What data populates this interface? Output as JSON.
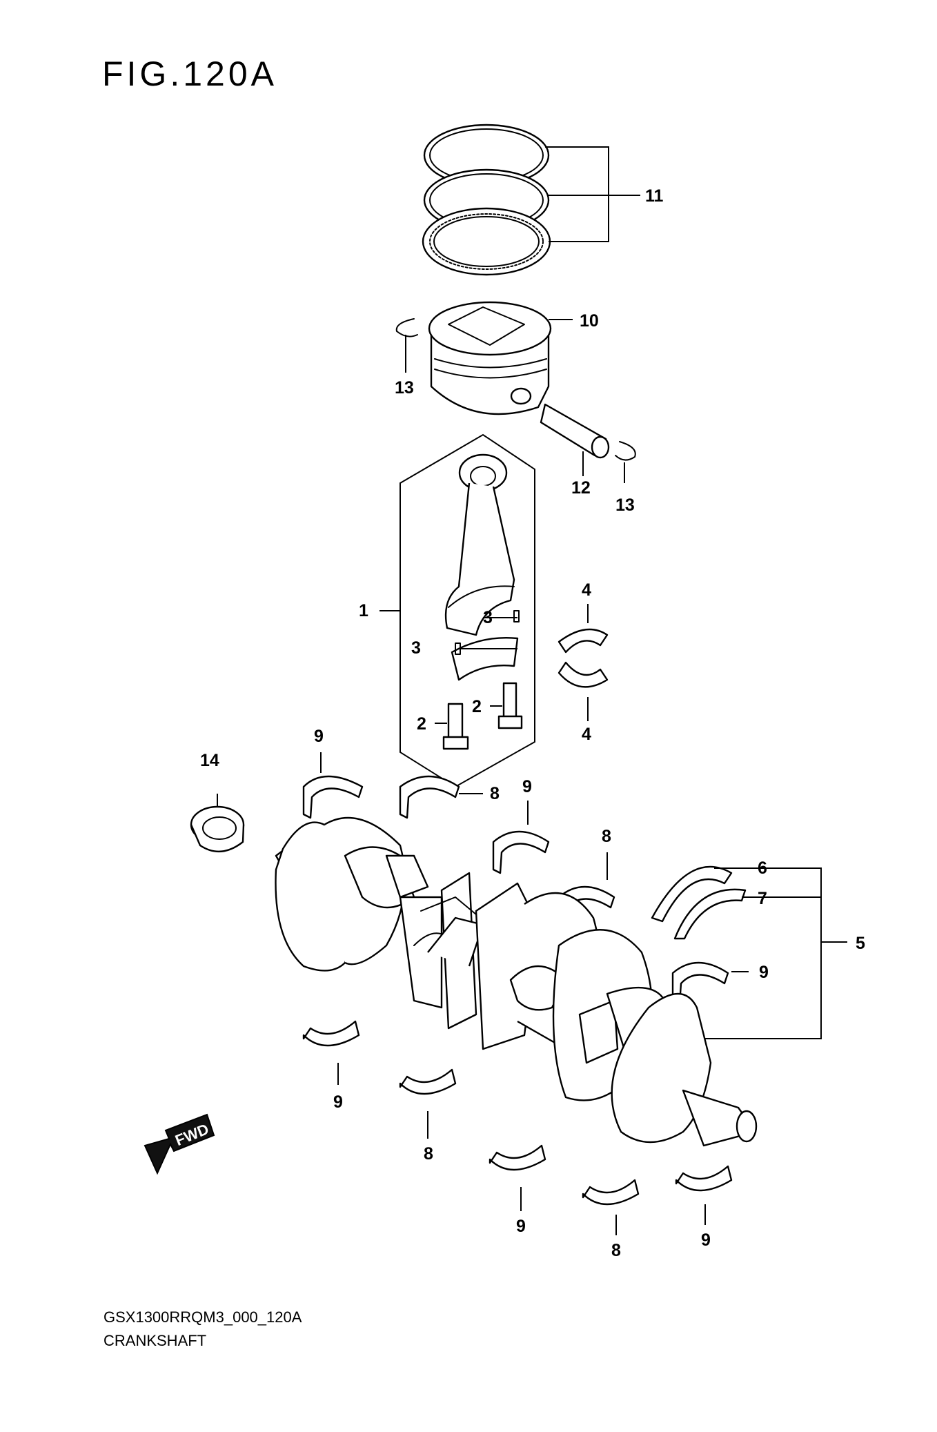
{
  "figure": {
    "title": "FIG.120A",
    "model_code": "GSX1300RRQM3_000_120A",
    "section_name": "CRANKSHAFT",
    "fwd_label": "FWD"
  },
  "callouts": [
    {
      "id": "c11",
      "label": "11"
    },
    {
      "id": "c10",
      "label": "10"
    },
    {
      "id": "c13a",
      "label": "13"
    },
    {
      "id": "c12",
      "label": "12"
    },
    {
      "id": "c13b",
      "label": "13"
    },
    {
      "id": "c1",
      "label": "1"
    },
    {
      "id": "c3a",
      "label": "3"
    },
    {
      "id": "c3b",
      "label": "3"
    },
    {
      "id": "c4a",
      "label": "4"
    },
    {
      "id": "c4b",
      "label": "4"
    },
    {
      "id": "c2a",
      "label": "2"
    },
    {
      "id": "c2b",
      "label": "2"
    },
    {
      "id": "c9a",
      "label": "9"
    },
    {
      "id": "c14",
      "label": "14"
    },
    {
      "id": "c8a",
      "label": "8"
    },
    {
      "id": "c9b",
      "label": "9"
    },
    {
      "id": "c8b",
      "label": "8"
    },
    {
      "id": "c6",
      "label": "6"
    },
    {
      "id": "c7",
      "label": "7"
    },
    {
      "id": "c5",
      "label": "5"
    },
    {
      "id": "c9c",
      "label": "9"
    },
    {
      "id": "c9d",
      "label": "9"
    },
    {
      "id": "c8c",
      "label": "8"
    },
    {
      "id": "c9e",
      "label": "9"
    },
    {
      "id": "c8d",
      "label": "8"
    },
    {
      "id": "c9f",
      "label": "9"
    }
  ]
}
